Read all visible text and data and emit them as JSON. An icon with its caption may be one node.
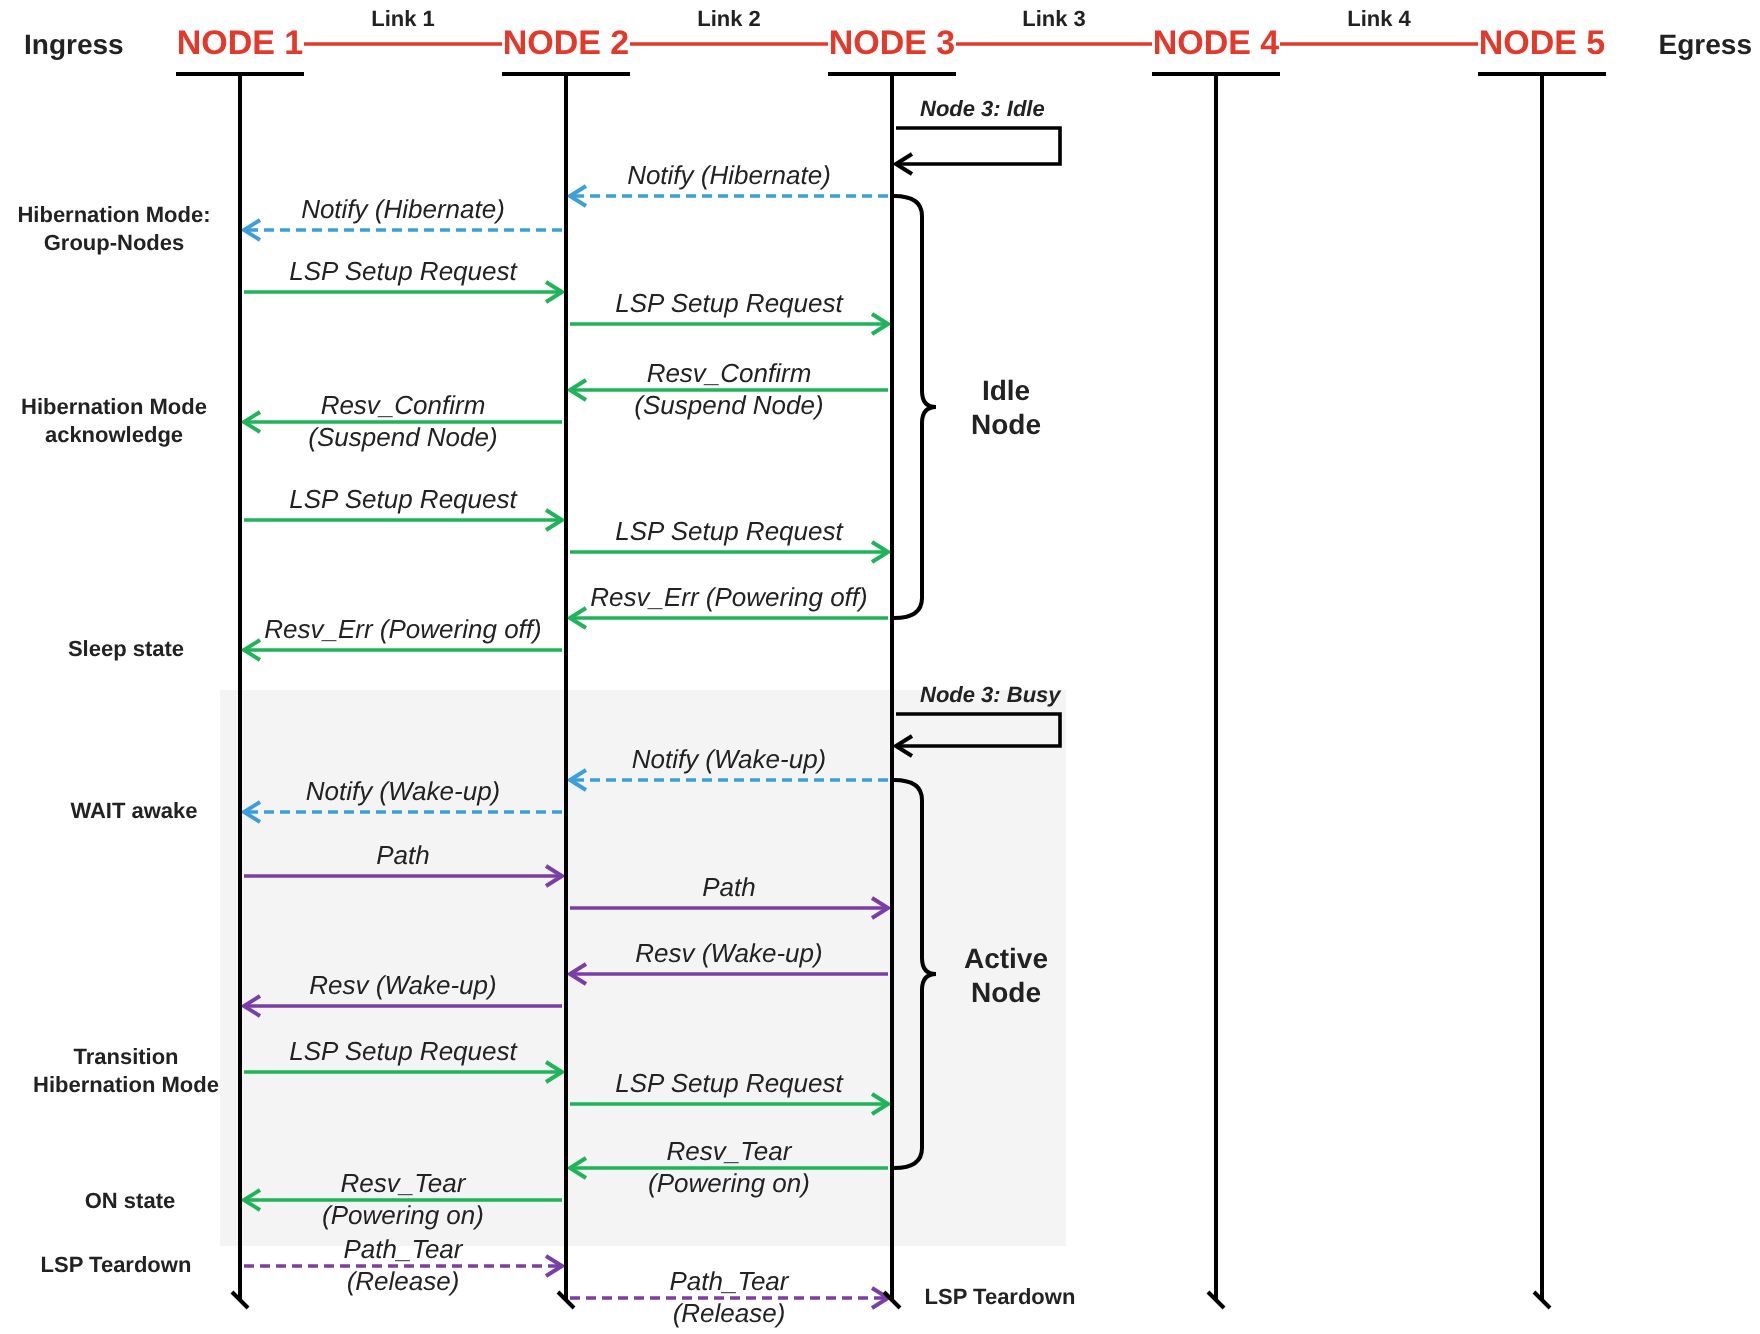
{
  "diagram": {
    "nodes": [
      {
        "text": [
          "NODE 1"
        ]
      },
      {
        "text": [
          "NODE 2"
        ]
      },
      {
        "text": [
          "NODE 3"
        ]
      },
      {
        "text": [
          "NODE 4"
        ]
      },
      {
        "text": [
          "NODE 5"
        ]
      }
    ],
    "edges": [
      {
        "from": 0,
        "to": 1,
        "arrow": "none",
        "label": "Link 1",
        "color": "#e2392b"
      },
      {
        "from": 1,
        "to": 2,
        "arrow": "none",
        "label": "Link 2",
        "color": "#e2392b"
      },
      {
        "from": 2,
        "to": 3,
        "arrow": "none",
        "label": "Link 3",
        "color": "#e2392b"
      },
      {
        "from": 3,
        "to": 4,
        "arrow": "none",
        "label": "Link 4",
        "color": "#e2392b"
      },
      {
        "from": 2,
        "to": 2,
        "arrow": "to",
        "label": "Node 3: Idle",
        "color": "#000000"
      },
      {
        "from": 2,
        "to": 1,
        "arrow": "to",
        "label": "Notify (Hibernate)",
        "style": "dashed",
        "color": "#3d9fd9"
      },
      {
        "from": 1,
        "to": 0,
        "arrow": "to",
        "label": "Notify (Hibernate)",
        "style": "dashed",
        "color": "#3d9fd9"
      },
      {
        "from": 0,
        "to": 1,
        "arrow": "to",
        "label": "LSP Setup Request"
      },
      {
        "from": 1,
        "to": 2,
        "arrow": "to",
        "label": "LSP Setup Request"
      },
      {
        "from": 2,
        "to": 1,
        "arrow": "to",
        "label": "Resv_Confirm (Suspend Node)"
      },
      {
        "from": 1,
        "to": 0,
        "arrow": "to",
        "label": "Resv_Confirm (Suspend Node)"
      },
      {
        "from": 0,
        "to": 1,
        "arrow": "to",
        "label": "LSP Setup Request"
      },
      {
        "from": 1,
        "to": 2,
        "arrow": "to",
        "label": "LSP Setup Request"
      },
      {
        "from": 2,
        "to": 1,
        "arrow": "to",
        "label": "Resv_Err (Powering off)"
      },
      {
        "from": 1,
        "to": 0,
        "arrow": "to",
        "label": "Resv_Err (Powering off)"
      },
      {
        "from": 2,
        "to": 2,
        "arrow": "to",
        "label": "Node 3: Busy",
        "color": "#000000"
      },
      {
        "from": 2,
        "to": 1,
        "arrow": "to",
        "label": "Notify (Wake-up)",
        "style": "dashed",
        "color": "#3d9fd9"
      },
      {
        "from": 1,
        "to": 0,
        "arrow": "to",
        "label": "Notify (Wake-up)",
        "style": "dashed",
        "color": "#3d9fd9"
      },
      {
        "from": 0,
        "to": 1,
        "arrow": "to",
        "label": "Path",
        "color": "#7a3ea6"
      },
      {
        "from": 1,
        "to": 2,
        "arrow": "to",
        "label": "Path",
        "color": "#7a3ea6"
      },
      {
        "from": 2,
        "to": 1,
        "arrow": "to",
        "label": "Resv (Wake-up)",
        "color": "#7a3ea6"
      },
      {
        "from": 1,
        "to": 0,
        "arrow": "to",
        "label": "Resv (Wake-up)",
        "color": "#7a3ea6"
      },
      {
        "from": 0,
        "to": 1,
        "arrow": "to",
        "label": "LSP Setup Request"
      },
      {
        "from": 1,
        "to": 2,
        "arrow": "to",
        "label": "LSP Setup Request"
      },
      {
        "from": 2,
        "to": 1,
        "arrow": "to",
        "label": "Resv_Tear (Powering on)"
      },
      {
        "from": 1,
        "to": 0,
        "arrow": "to",
        "label": "Resv_Tear (Powering on)"
      },
      {
        "from": 0,
        "to": 1,
        "arrow": "to",
        "label": "Path_Tear (Release)",
        "style": "dashed",
        "color": "#7a3ea6"
      },
      {
        "from": 1,
        "to": 2,
        "arrow": "to",
        "label": "Path_Tear (Release)",
        "style": "dashed",
        "color": "#7a3ea6"
      }
    ],
    "labels": [
      "Ingress",
      "Egress",
      "Hibernation Mode: Group-Nodes",
      "Idle Node",
      "Hibernation Mode acknowledge",
      "Sleep state",
      "WAIT awake",
      "Active Node",
      "Transition Hibernation Mode",
      "ON state",
      "LSP Teardown",
      "LSP Teardown"
    ]
  }
}
